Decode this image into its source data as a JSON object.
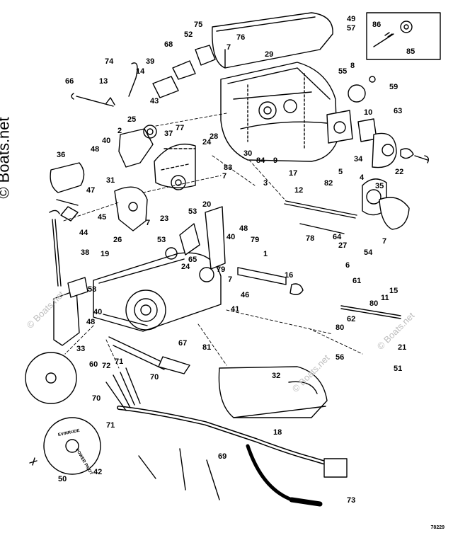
{
  "watermark": {
    "main": "© Boats.net",
    "faint": [
      "© Boats.net",
      "© Boats.net",
      "© Boats.net"
    ]
  },
  "drawing_number": "78229",
  "callouts": [
    "1",
    "2",
    "3",
    "4",
    "5",
    "6",
    "7",
    "8",
    "9",
    "10",
    "11",
    "12",
    "13",
    "14",
    "15",
    "16",
    "17",
    "18",
    "19",
    "20",
    "21",
    "22",
    "23",
    "24",
    "25",
    "26",
    "27",
    "28",
    "29",
    "30",
    "31",
    "32",
    "33",
    "34",
    "35",
    "36",
    "37",
    "38",
    "39",
    "40",
    "41",
    "42",
    "43",
    "44",
    "45",
    "46",
    "47",
    "48",
    "49",
    "50",
    "51",
    "52",
    "53",
    "54",
    "55",
    "56",
    "57",
    "58",
    "59",
    "60",
    "61",
    "62",
    "63",
    "64",
    "65",
    "66",
    "67",
    "68",
    "69",
    "70",
    "71",
    "72",
    "73",
    "74",
    "75",
    "76",
    "77",
    "78",
    "79",
    "80",
    "81",
    "82",
    "83",
    "84",
    "85",
    "86"
  ],
  "disc_brand": "EVINRUDE",
  "disc_model": "POWER PILOT",
  "line_color": "#000000"
}
